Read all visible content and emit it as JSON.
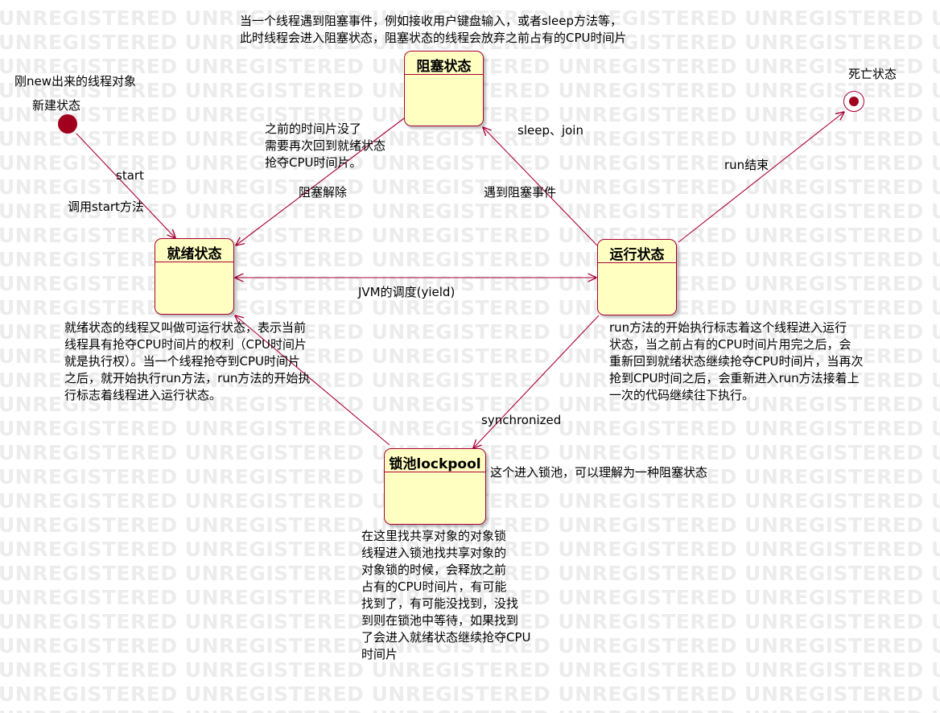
{
  "watermark": "UNREGISTERED UNREGISTERED UNREGISTERED UNREGISTERED UNREGISTERED UNREGISTERED UNREGISTERED UNREGISTERED",
  "colors": {
    "state_fill": "#ffffc2",
    "state_border": "#a80036",
    "line": "#a80036",
    "node_fill": "#a0001e"
  },
  "states": {
    "blocked": "阻塞状态",
    "ready": "就绪状态",
    "running": "运行状态",
    "lockpool": "锁池lockpool"
  },
  "pseudo": {
    "initial_label": "新建状态",
    "initial_note": "刚new出来的线程对象",
    "final_label": "死亡状态"
  },
  "transitions": {
    "start": "start",
    "call_start": "调用start方法",
    "unblock": "阻塞解除",
    "sleep_join": "sleep、join",
    "meet_block": "遇到阻塞事件",
    "jvm_schedule": "JVM的调度(yield)",
    "run_end": "run结束",
    "synchronized": "synchronized"
  },
  "notes": {
    "top": "当一个线程遇到阻塞事件，例如接收用户键盘输入，或者sleep方法等，\n此时线程会进入阻塞状态，阻塞状态的线程会放弃之前占有的CPU时间片",
    "unblock": "之前的时间片没了\n需要再次回到就绪状态\n抢夺CPU时间片。",
    "ready": "就绪状态的线程又叫做可运行状态，表示当前\n线程具有抢夺CPU时间片的权利（CPU时间片\n就是执行权）。当一个线程抢夺到CPU时间片\n之后，就开始执行run方法，run方法的开始执\n行标志着线程进入运行状态。",
    "running": "run方法的开始执行标志着这个线程进入运行\n状态，当之前占有的CPU时间片用完之后，会\n重新回到就绪状态继续抢夺CPU时间片，当再次\n抢到CPU时间之后，会重新进入run方法接着上\n一次的代码继续往下执行。",
    "lockpool_side": "这个进入锁池，可以理解为一种阻塞状态",
    "lockpool": "在这里找共享对象的对象锁\n线程进入锁池找共享对象的\n对象锁的时候，会释放之前\n占有的CPU时间片，有可能\n找到了，有可能没找到，没找\n到则在锁池中等待，如果找到\n了会进入就绪状态继续抢夺CPU\n时间片"
  }
}
